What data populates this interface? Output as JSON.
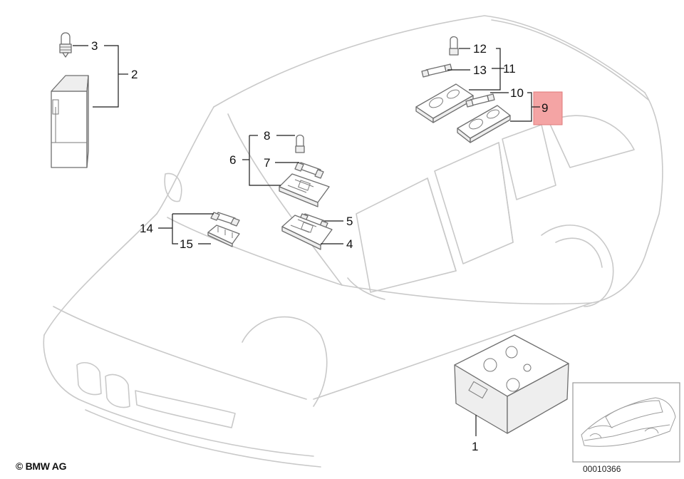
{
  "callouts": {
    "c1": "1",
    "c2": "2",
    "c3": "3",
    "c4": "4",
    "c5": "5",
    "c6": "6",
    "c7": "7",
    "c8": "8",
    "c9": "9",
    "c10": "10",
    "c11": "11",
    "c12": "12",
    "c13": "13",
    "c14": "14",
    "c15": "15"
  },
  "highlight": {
    "part": "9",
    "color": "#f4a4a4"
  },
  "footer": {
    "copyright": "© BMW AG",
    "reference": "00010366"
  }
}
